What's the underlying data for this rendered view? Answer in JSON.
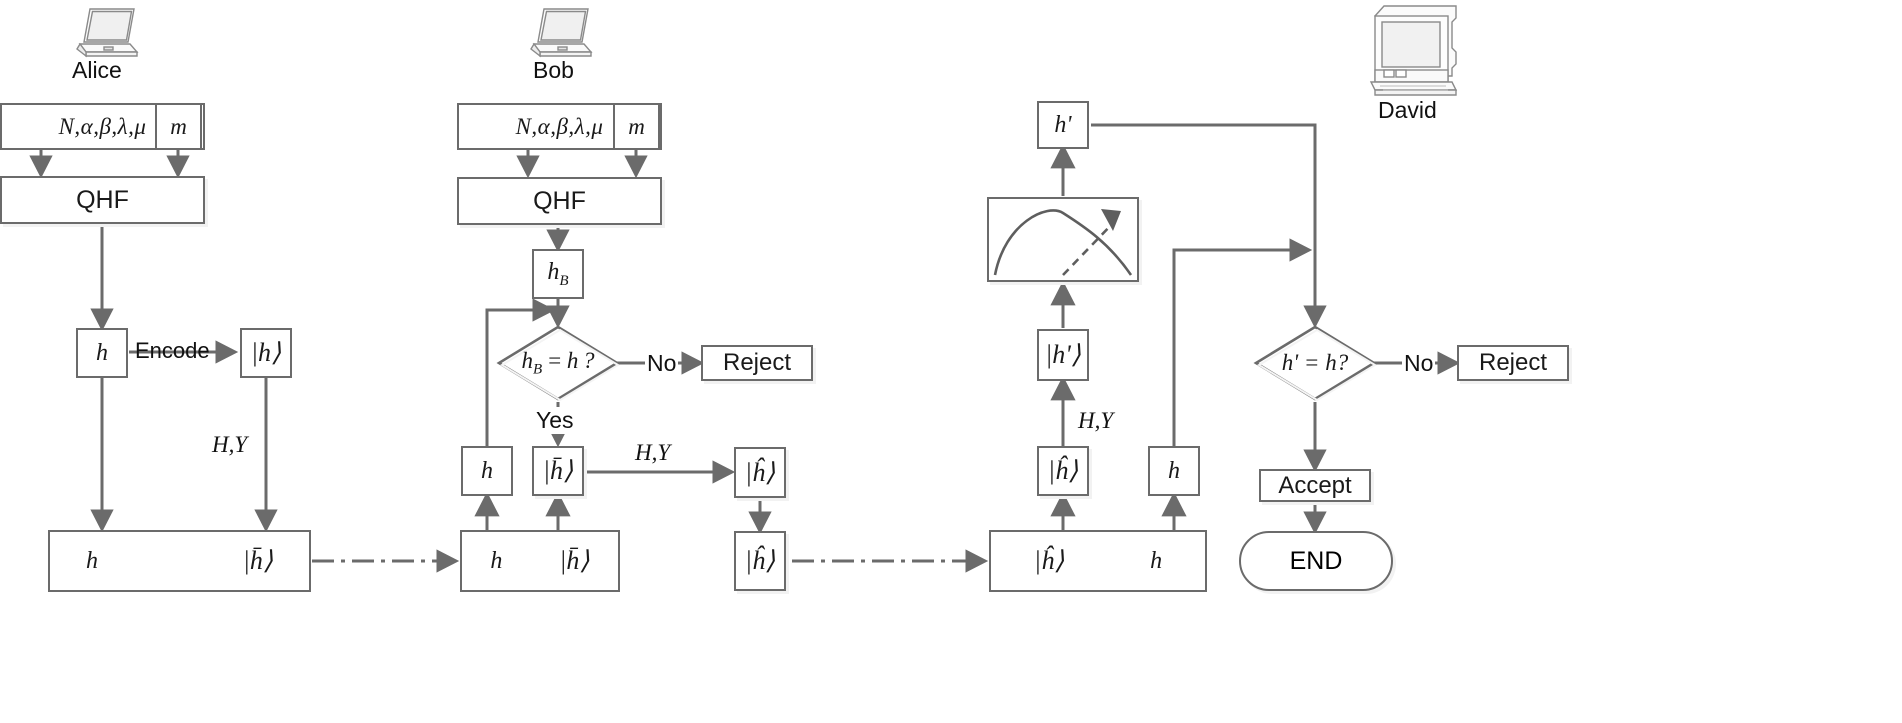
{
  "diagram": {
    "title": "Quantum hash function signature verification flowchart",
    "stroke_color": "#6b6b6b",
    "text_color": "#1a1a1a",
    "background": "#ffffff"
  },
  "actors": [
    {
      "name": "alice",
      "label": "Alice",
      "icon": "laptop-icon"
    },
    {
      "name": "bob",
      "label": "Bob",
      "icon": "laptop-icon"
    },
    {
      "name": "david",
      "label": "David",
      "icon": "desktop-computer-icon"
    }
  ],
  "alice": {
    "params_box": "N,α,β,λ,μ",
    "message_box": "m",
    "qhf_box": "QHF",
    "hash_box": "h",
    "encode_label": "Encode",
    "ket_h_box": "|h⟩",
    "hy_label": "H,Y",
    "bundle_left": "h",
    "bundle_right": "|h̄⟩"
  },
  "bob": {
    "params_box": "N,α,β,λ,μ",
    "message_box": "m",
    "qhf_box": "QHF",
    "hb_box": "h_B",
    "decision": "h_B = h?",
    "no_label": "No",
    "yes_label": "Yes",
    "reject_box": "Reject",
    "h_box": "h",
    "ket_hbar_box": "|h̄⟩",
    "hy_label": "H,Y",
    "bundle_left": "h",
    "bundle_right": "|h̄⟩"
  },
  "middle": {
    "ket_hhat_top": "|ĥ⟩",
    "ket_hhat_bottom": "|ĥ⟩"
  },
  "david": {
    "hprime_box": "h'",
    "measure_box": "measurement-icon",
    "ket_hprime_box": "|h'⟩",
    "hy_label": "H,Y",
    "ket_hhat_box": "|ĥ⟩",
    "h_box": "h",
    "bundle_left": "|ĥ⟩",
    "bundle_right": "h",
    "decision": "h' = h?",
    "no_label": "No",
    "reject_box": "Reject",
    "accept_box": "Accept",
    "end_box": "END"
  }
}
